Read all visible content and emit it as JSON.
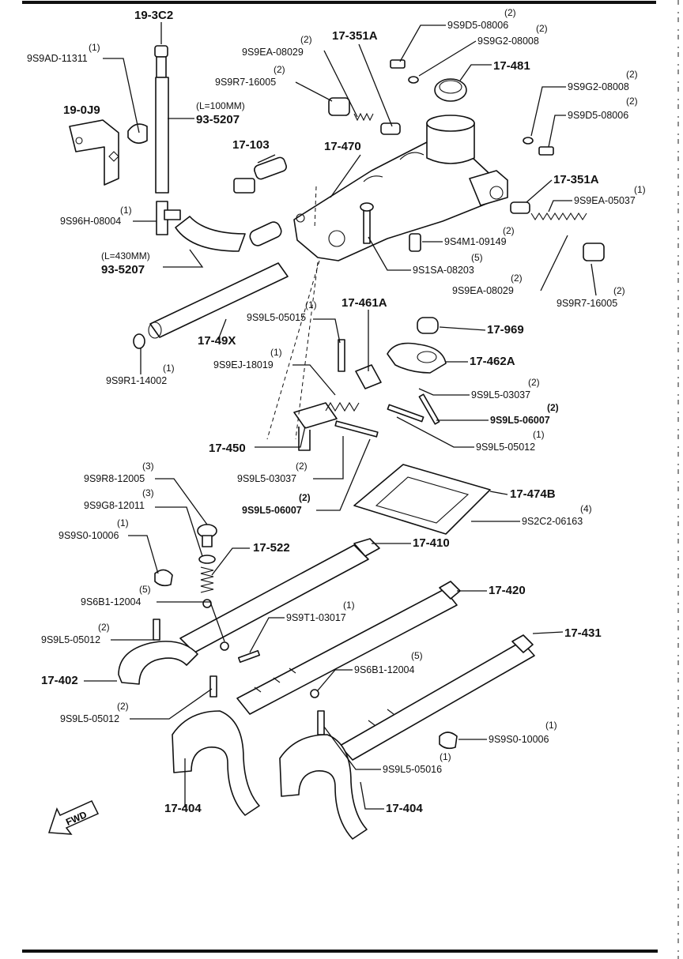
{
  "ref_labels": [
    "19-3C2",
    "19-0J9",
    "17-351A",
    "17-481",
    "17-103",
    "17-470",
    "17-351A",
    "17-49X",
    "17-461A",
    "17-969",
    "17-462A",
    "17-450",
    "17-474B",
    "17-522",
    "17-410",
    "17-420",
    "17-431",
    "17-402",
    "17-404",
    "17-404"
  ],
  "parts": [
    {
      "qty": "(1)",
      "code": "9S9AD-11311"
    },
    {
      "qty": "(L=100MM)",
      "code": "93-5207"
    },
    {
      "qty": "(1)",
      "code": "9S96H-08004"
    },
    {
      "qty": "(L=430MM)",
      "code": "93-5207"
    },
    {
      "qty": "(1)",
      "code": "9S9R1-14002"
    },
    {
      "qty": "(2)",
      "code": "9S9EA-08029"
    },
    {
      "qty": "(2)",
      "code": "9S9R7-16005"
    },
    {
      "qty": "(2)",
      "code": "9S9D5-08006"
    },
    {
      "qty": "(2)",
      "code": "9S9G2-08008"
    },
    {
      "qty": "(2)",
      "code": "9S9G2-08008"
    },
    {
      "qty": "(2)",
      "code": "9S9D5-08006"
    },
    {
      "qty": "(1)",
      "code": "9S9EA-05037"
    },
    {
      "qty": "(2)",
      "code": "9S4M1-09149"
    },
    {
      "qty": "(5)",
      "code": "9S1SA-08203"
    },
    {
      "qty": "(2)",
      "code": "9S9EA-08029"
    },
    {
      "qty": "(2)",
      "code": "9S9R7-16005"
    },
    {
      "qty": "(1)",
      "code": "9S9L5-05015"
    },
    {
      "qty": "(1)",
      "code": "9S9EJ-18019"
    },
    {
      "qty": "(2)",
      "code": "9S9L5-03037"
    },
    {
      "qty": "(2)",
      "code": "9S9L5-06007"
    },
    {
      "qty": "(1)",
      "code": "9S9L5-05012"
    },
    {
      "qty": "(2)",
      "code": "9S9L5-03037"
    },
    {
      "qty": "(2)",
      "code": "9S9L5-06007"
    },
    {
      "qty": "(3)",
      "code": "9S9R8-12005"
    },
    {
      "qty": "(3)",
      "code": "9S9G8-12011"
    },
    {
      "qty": "(1)",
      "code": "9S9S0-10006"
    },
    {
      "qty": "(4)",
      "code": "9S2C2-06163"
    },
    {
      "qty": "(5)",
      "code": "9S6B1-12004"
    },
    {
      "qty": "(2)",
      "code": "9S9L5-05012"
    },
    {
      "qty": "(1)",
      "code": "9S9T1-03017"
    },
    {
      "qty": "(5)",
      "code": "9S6B1-12004"
    },
    {
      "qty": "(2)",
      "code": "9S9L5-05012"
    },
    {
      "qty": "(1)",
      "code": "9S9S0-10006"
    },
    {
      "qty": "(1)",
      "code": "9S9L5-05016"
    }
  ],
  "fwd_label": "FWD"
}
